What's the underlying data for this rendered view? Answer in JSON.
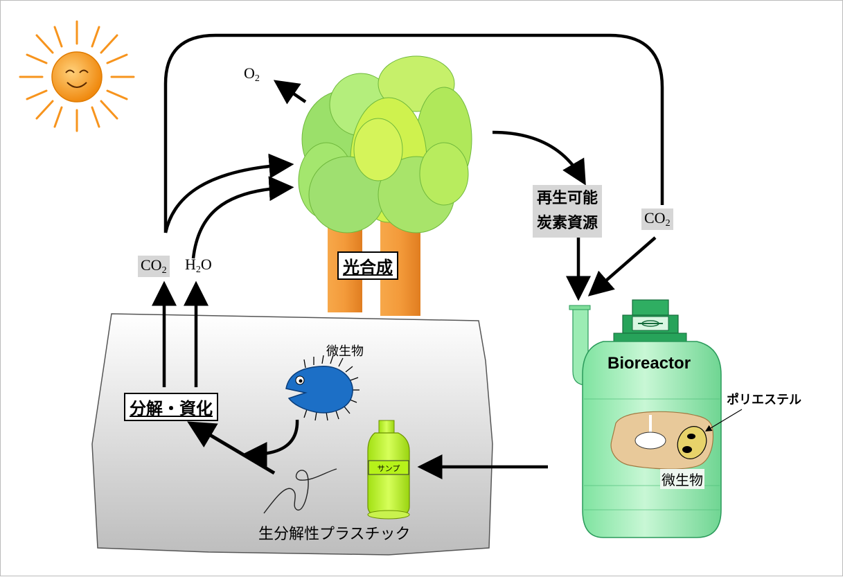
{
  "labels": {
    "o2": {
      "main": "O",
      "sub": "2"
    },
    "co2_left": {
      "main": "CO",
      "sub": "2"
    },
    "h2o": {
      "pre": "H",
      "sub": "2",
      "post": "O"
    },
    "co2_right": {
      "main": "CO",
      "sub": "2"
    },
    "photosynthesis": "光合成",
    "renewable_line1": "再生可能",
    "renewable_line2": "炭素資源",
    "decomposition": "分解・資化",
    "microbe_top": "微生物",
    "bioreactor": "Bioreactor",
    "polyester": "ポリエステル",
    "microbe_reactor": "微生物",
    "bioplastic": "生分解性プラスチック",
    "bottle_text": "サンプ"
  },
  "icons": [
    "sun-icon",
    "tree-icon",
    "microbe-icon",
    "bottle-icon",
    "bioreactor-icon",
    "plastic-fiber-icon"
  ],
  "colors": {
    "sun": "#f7941d",
    "foliage_light": "#ccf04a",
    "foliage_dark": "#8fd65a",
    "trunk": "#f39a3a",
    "microbe": "#1c6fc6",
    "bottle": "#b6f21a",
    "reactor": "#8fe9a8",
    "reactor_cap": "#2a9a5a",
    "ground": "#e8e8e8",
    "box_gray": "#d6d6d6"
  }
}
